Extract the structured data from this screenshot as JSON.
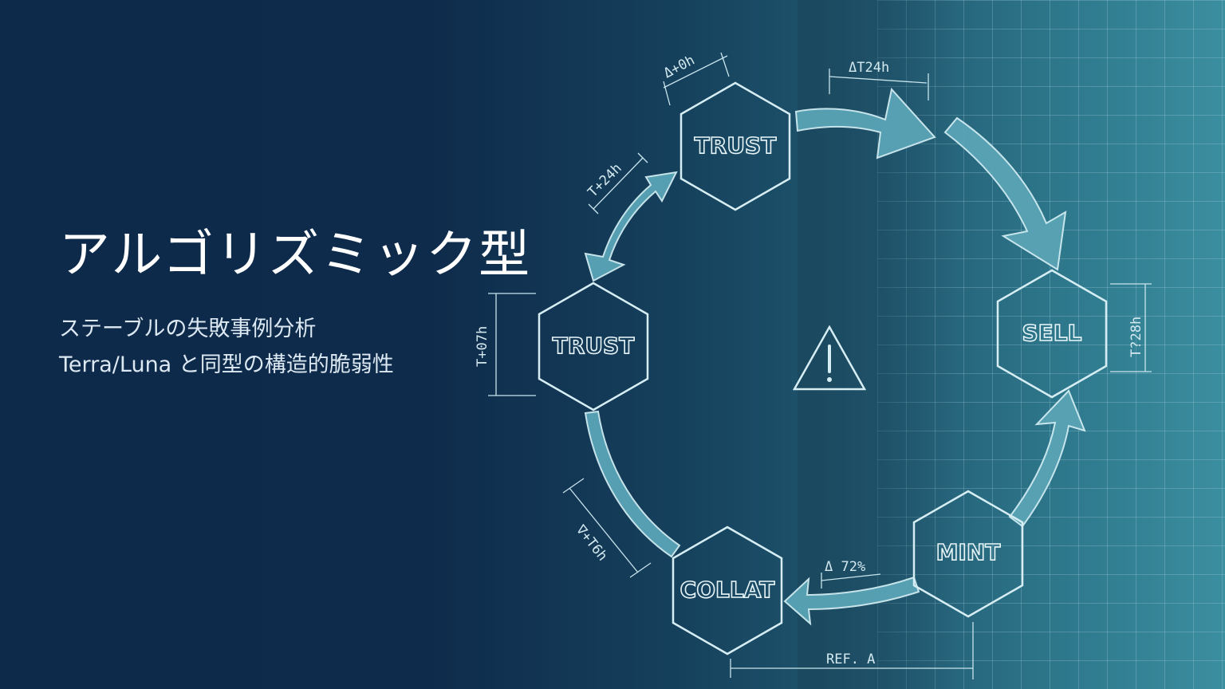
{
  "title": "アルゴリズミック型",
  "subtitle_line1": "ステーブルの失敗事例分析",
  "subtitle_line2": "Terra/Luna と同型の構造的脆弱性",
  "nodes": {
    "trust_top": "TRUST",
    "trust_left": "TRUST",
    "sell": "SELL",
    "mint": "MINT",
    "collat": "COLLAT"
  },
  "annotations": {
    "delta_top": "Δ+0h",
    "delta_trust_sell": "ΔT24h",
    "trust_cycle": "T+24h",
    "left_vertical": "T+07h",
    "right_vertical": "T?28h",
    "bottom_left": "∇+T6h",
    "mint_collat": "Δ 72%",
    "ref": "REF. A"
  },
  "icons": {
    "warning": "warning-icon"
  }
}
